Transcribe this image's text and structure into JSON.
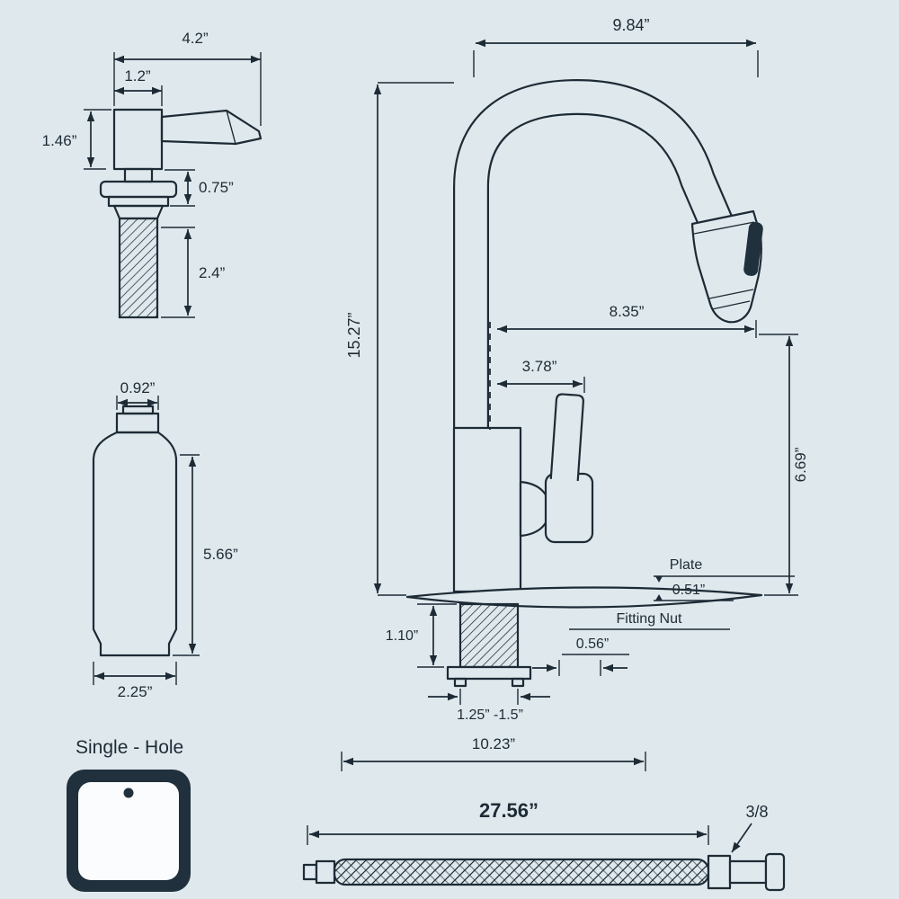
{
  "page": {
    "background_color": "#dfe8ec",
    "line_color": "#1d2b36"
  },
  "soap_dispenser": {
    "overall_width": "4.2”",
    "pump_width": "1.2”",
    "head_height": "1.46”",
    "collar_height": "0.75”",
    "thread_length": "2.4”"
  },
  "soap_bottle": {
    "neck_width": "0.92”",
    "body_height": "5.66”",
    "base_width": "2.25”"
  },
  "mounting": {
    "label": "Single - Hole"
  },
  "faucet": {
    "spout_reach": "9.84”",
    "overall_height": "15.27”",
    "spray_head_reach": "8.35”",
    "handle_offset": "3.78”",
    "spout_clearance": "6.69”",
    "plate_label": "Plate",
    "plate_thickness": "0.51”",
    "shank_length": "1.10”",
    "fitting_nut_label": "Fitting Nut",
    "fitting_nut_height": "0.56”",
    "hole_diameter": "1.25” -1.5”",
    "plate_width": "10.23”"
  },
  "supply_hose": {
    "length": "27.56”",
    "connector_size": "3/8"
  }
}
